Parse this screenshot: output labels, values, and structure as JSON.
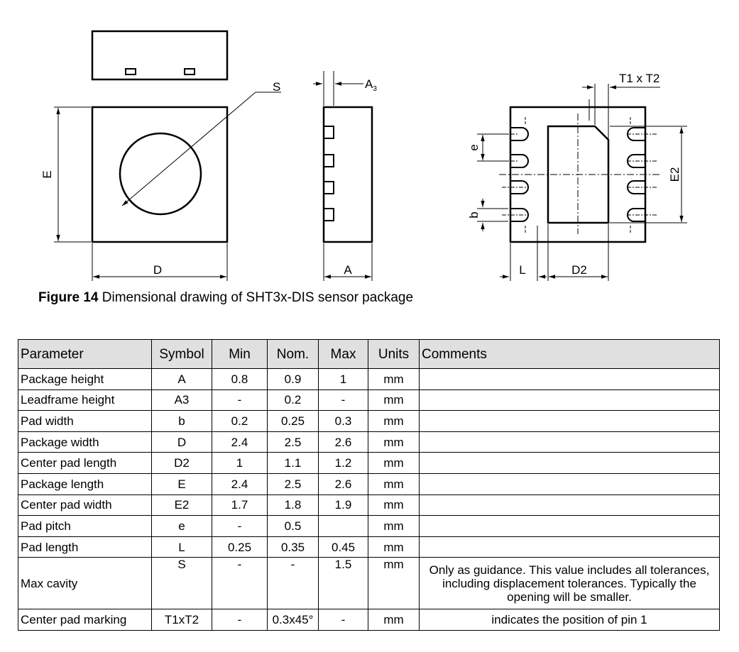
{
  "drawing": {
    "labels": {
      "S": "S",
      "A3_main": "A",
      "A3_sub": "3",
      "E": "E",
      "D": "D",
      "A": "A",
      "T1xT2": "T1 x T2",
      "e": "e",
      "b": "b",
      "E2": "E2",
      "L": "L",
      "D2": "D2"
    }
  },
  "caption": {
    "label": "Figure 14",
    "text": " Dimensional drawing of SHT3x-DIS sensor package"
  },
  "table": {
    "headers": [
      "Parameter",
      "Symbol",
      "Min",
      "Nom.",
      "Max",
      "Units",
      "Comments"
    ],
    "rows": [
      [
        "Package height",
        "A",
        "0.8",
        "0.9",
        "1",
        "mm",
        ""
      ],
      [
        "Leadframe height",
        "A3",
        "-",
        "0.2",
        "-",
        "mm",
        ""
      ],
      [
        "Pad width",
        "b",
        "0.2",
        "0.25",
        "0.3",
        "mm",
        ""
      ],
      [
        "Package width",
        "D",
        "2.4",
        "2.5",
        "2.6",
        "mm",
        ""
      ],
      [
        "Center pad length",
        "D2",
        "1",
        "1.1",
        "1.2",
        "mm",
        ""
      ],
      [
        "Package length",
        "E",
        "2.4",
        "2.5",
        "2.6",
        "mm",
        ""
      ],
      [
        "Center pad width",
        "E2",
        "1.7",
        "1.8",
        "1.9",
        "mm",
        ""
      ],
      [
        "Pad pitch",
        "e",
        "-",
        "0.5",
        "",
        "mm",
        ""
      ],
      [
        "Pad length",
        "L",
        "0.25",
        "0.35",
        "0.45",
        "mm",
        ""
      ],
      [
        "Max cavity",
        "S",
        "-",
        "-",
        "1.5",
        "mm",
        "Only as guidance. This value includes all tolerances, including displacement tolerances. Typically the opening will be smaller."
      ],
      [
        "Center pad marking",
        "T1xT2",
        "-",
        "0.3x45°",
        "-",
        "mm",
        "indicates the position of pin 1"
      ]
    ]
  }
}
